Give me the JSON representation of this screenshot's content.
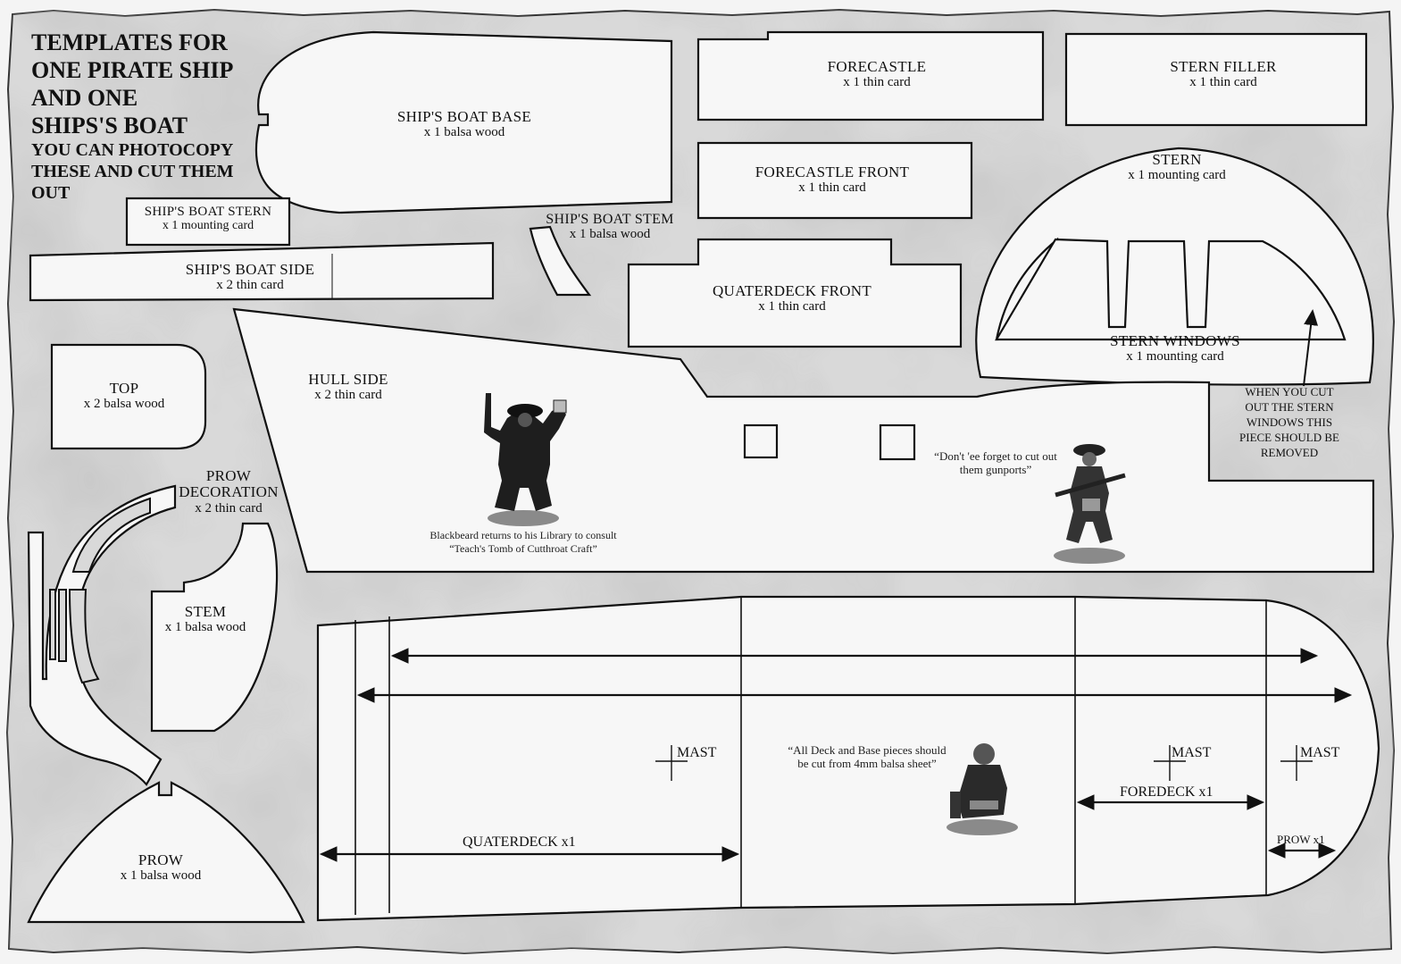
{
  "title": {
    "line1": "TEMPLATES FOR",
    "line2": "ONE PIRATE SHIP",
    "line3": "AND ONE",
    "line4": "SHIPS'S BOAT",
    "line5": "YOU CAN PHOTOCOPY",
    "line6": "THESE AND CUT THEM",
    "line7": "OUT"
  },
  "pieces": {
    "boat_base": {
      "name": "SHIP'S  BOAT BASE",
      "qty": "x 1 balsa wood"
    },
    "forecastle": {
      "name": "FORECASTLE",
      "qty": "x 1 thin card"
    },
    "stern_filler": {
      "name": "STERN FILLER",
      "qty": "x 1 thin card"
    },
    "forecastle_front": {
      "name": "FORECASTLE FRONT",
      "qty": "x 1 thin card"
    },
    "stern": {
      "name": "STERN",
      "qty": "x 1 mounting card"
    },
    "boat_stern": {
      "name": "SHIP'S  BOAT STERN",
      "qty": "x 1 mounting card"
    },
    "boat_stem": {
      "name": "SHIP'S  BOAT STEM",
      "qty": "x 1 balsa wood"
    },
    "boat_side": {
      "name": "SHIP'S  BOAT SIDE",
      "qty": "x 2 thin card"
    },
    "quaterdeck_front": {
      "name": "QUATERDECK FRONT",
      "qty": "x 1 thin card"
    },
    "stern_windows": {
      "name": "STERN WINDOWS",
      "qty": "x 1 mounting card"
    },
    "hull_side": {
      "name": "HULL  SIDE",
      "qty": "x 2 thin card"
    },
    "top": {
      "name": "TOP",
      "qty": "x 2 balsa wood"
    },
    "prow_decoration": {
      "name1": "PROW",
      "name2": "DECORATION",
      "qty": "x 2 thin card"
    },
    "stem": {
      "name": "STEM",
      "qty": "x 1 balsa wood"
    },
    "prow": {
      "name": "PROW",
      "qty": "x 1 balsa wood"
    }
  },
  "notes": {
    "stern_windows_note": [
      "WHEN YOU CUT",
      "OUT THE STERN",
      "WINDOWS THIS",
      "PIECE SHOULD BE",
      "REMOVED"
    ],
    "gunports_quote": [
      "“Don't 'ee forget to cut out",
      "them gunports”"
    ],
    "blackbeard_caption": [
      "Blackbeard returns to his Library to consult",
      "“Teach's Tomb of Cutthroat Craft”"
    ],
    "balsa_quote": [
      "“All Deck and Base pieces should",
      "be cut from 4mm balsa sheet”"
    ]
  },
  "deck": {
    "quaterdeck": "QUATERDECK x1",
    "foredeck": "FOREDECK x1",
    "prow": "PROW x1",
    "mast_labels": [
      "MAST",
      "MAST",
      "MAST"
    ]
  },
  "colors": {
    "line": "#111111",
    "paper": "#f4f4f4",
    "parchment": "#cfcfcf",
    "edge": "#9a9a9a"
  },
  "icons": [
    "pirate-blackbeard-figure",
    "pirate-musket-figure",
    "pirate-kneeling-figure"
  ]
}
